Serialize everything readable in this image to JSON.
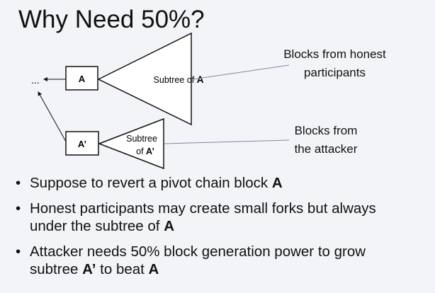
{
  "title": "Why Need 50%?",
  "diagram": {
    "ellipsis": "...",
    "block_a": "A",
    "block_a_prime": "A’",
    "subtree_a_prefix": "Subtree of ",
    "subtree_a_bold": "A",
    "subtree_ap_line1": "Subtree",
    "subtree_ap_prefix": "of ",
    "subtree_ap_bold": "A’",
    "honest_label_1": "Blocks from honest",
    "honest_label_2": "participants",
    "attacker_label_1": "Blocks from",
    "attacker_label_2": "the attacker"
  },
  "bullets": [
    {
      "text": "Suppose to revert a pivot chain block ",
      "bold": "A",
      "tail": ""
    },
    {
      "text": "Honest participants may create small forks but always under the subtree of ",
      "bold": "A",
      "tail": ""
    },
    {
      "text": "Attacker needs 50% block generation power to grow subtree ",
      "bold": "A’",
      "tail": " to beat ",
      "bold2": "A"
    }
  ]
}
